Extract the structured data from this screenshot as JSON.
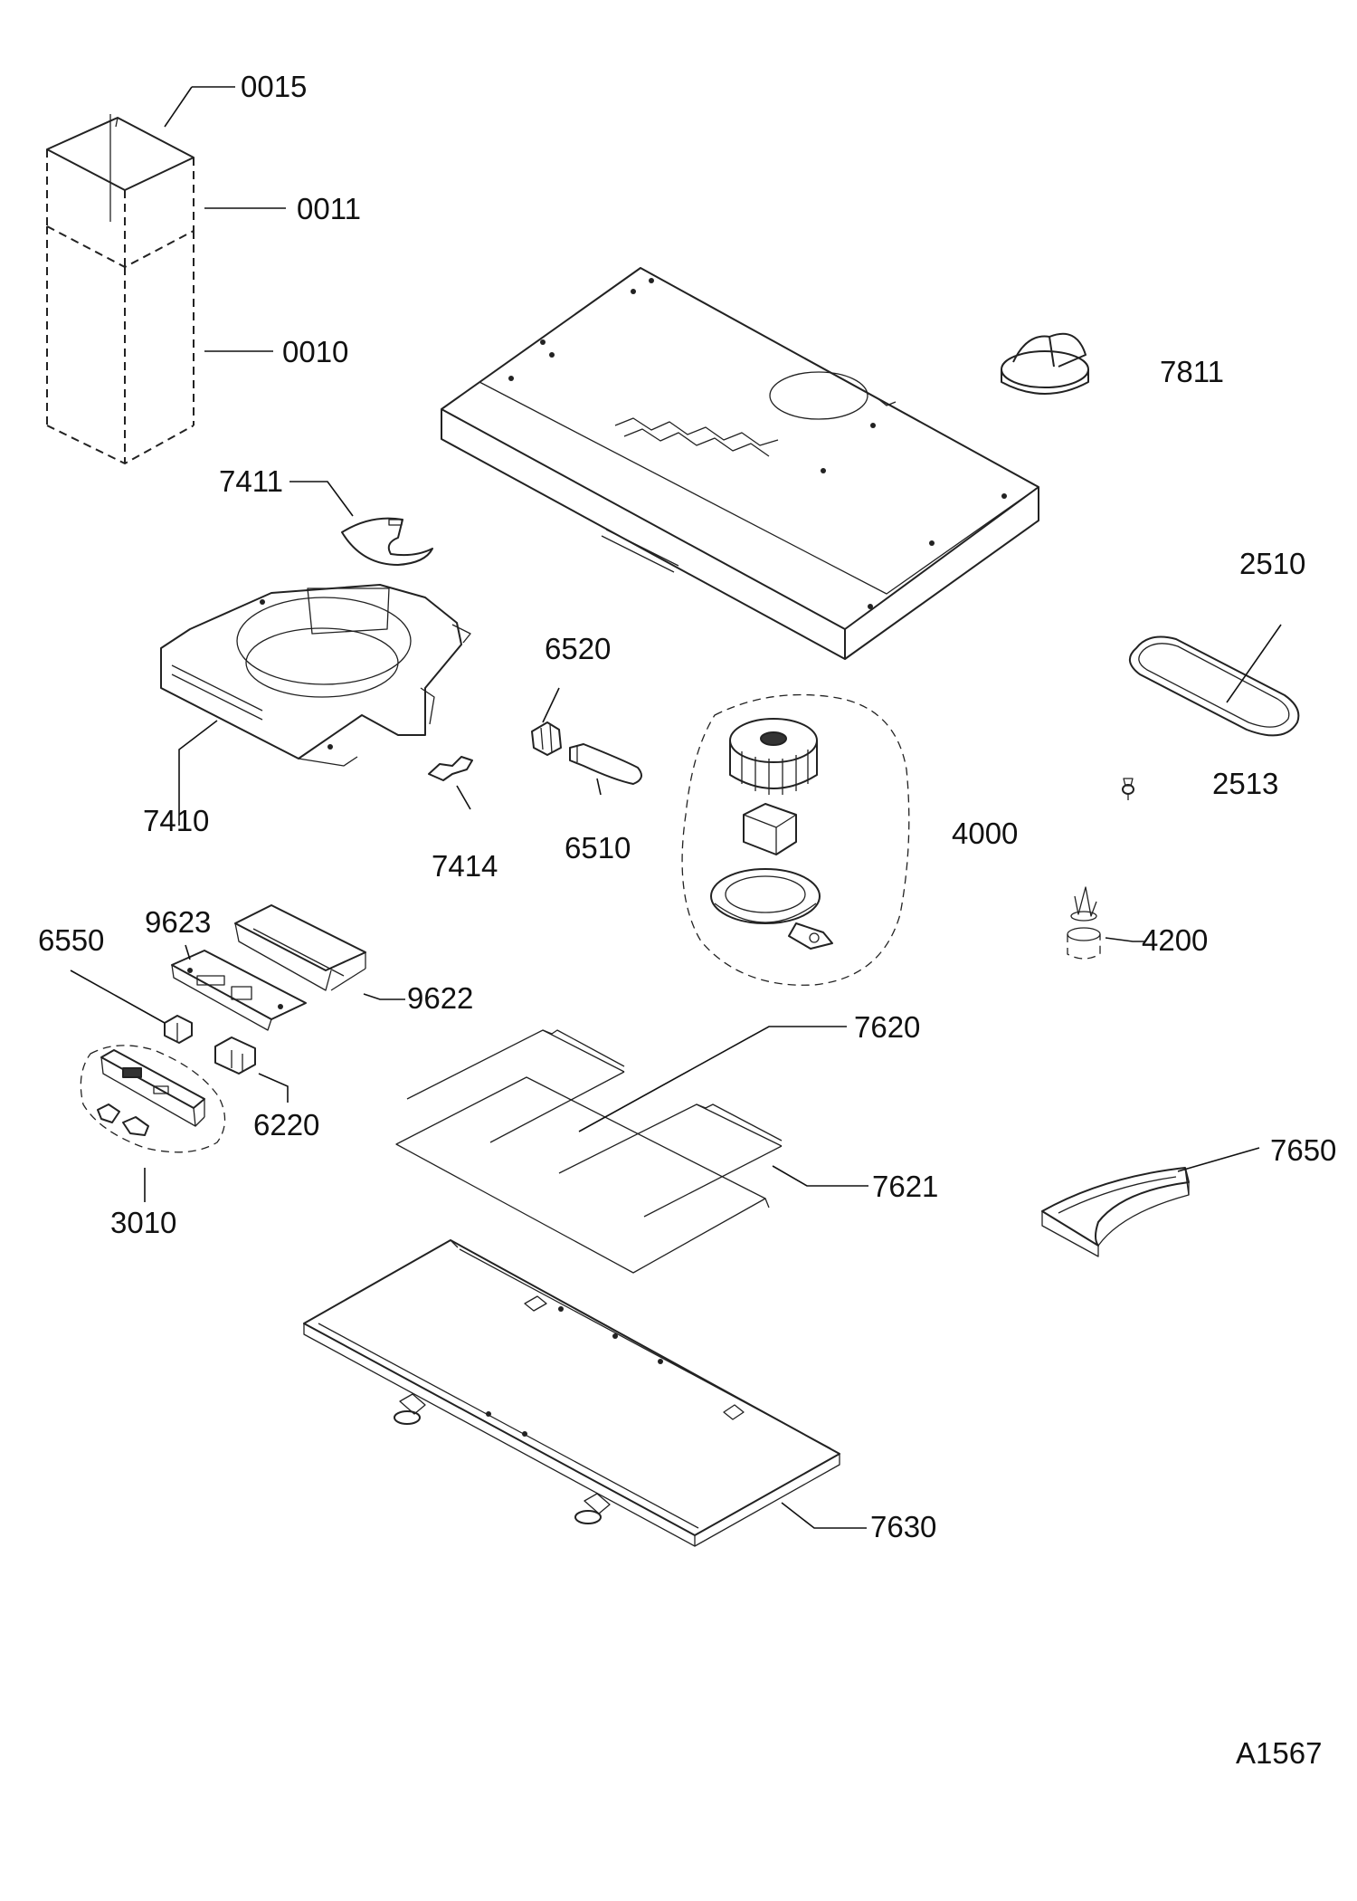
{
  "diagram": {
    "reference_code": "A1567",
    "part_labels": {
      "p0015": "0015",
      "p0011": "0011",
      "p0010": "0010",
      "p7811": "7811",
      "p7411": "7411",
      "p2510": "2510",
      "p6520": "6520",
      "p7410": "7410",
      "p2513": "2513",
      "p4000": "4000",
      "p7414": "7414",
      "p6510": "6510",
      "p6550": "6550",
      "p9623": "9623",
      "p4200": "4200",
      "p9622": "9622",
      "p7620": "7620",
      "p6220": "6220",
      "p7621": "7621",
      "p7650": "7650",
      "p3010": "3010",
      "p7630": "7630"
    }
  }
}
